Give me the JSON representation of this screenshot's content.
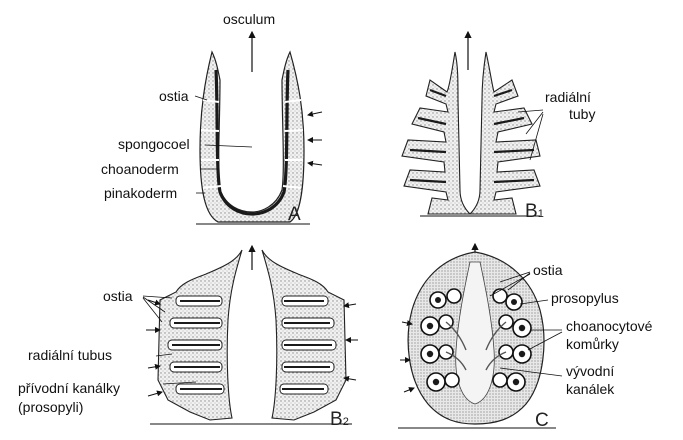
{
  "panels": {
    "A": {
      "letter": "A",
      "labels": {
        "osculum": "osculum",
        "ostia": "ostia",
        "spongocoel": "spongocoel",
        "choanoderm": "choanoderm",
        "pinakoderm": "pinakoderm"
      }
    },
    "B1": {
      "letter": "B",
      "subscript": "1",
      "labels": {
        "radial_line1": "radiální",
        "radial_line2": "tuby"
      }
    },
    "B2": {
      "letter": "B",
      "subscript": "2",
      "labels": {
        "ostia": "ostia",
        "radial_tube": "radiální tubus",
        "incurrent_line1": "přívodní kanálky",
        "incurrent_line2": "(prosopyli)"
      }
    },
    "C": {
      "letter": "C",
      "labels": {
        "ostia": "ostia",
        "prosopylus": "prosopylus",
        "chambers_line1": "choanocytové",
        "chambers_line2": "komůrky",
        "excurrent_line1": "vývodní",
        "excurrent_line2": "kanálek"
      }
    }
  },
  "colors": {
    "ink": "#111111",
    "stipple": "#9a9a9a",
    "body_fill": "#ececec",
    "choanoderm": "#1a1a1a"
  }
}
